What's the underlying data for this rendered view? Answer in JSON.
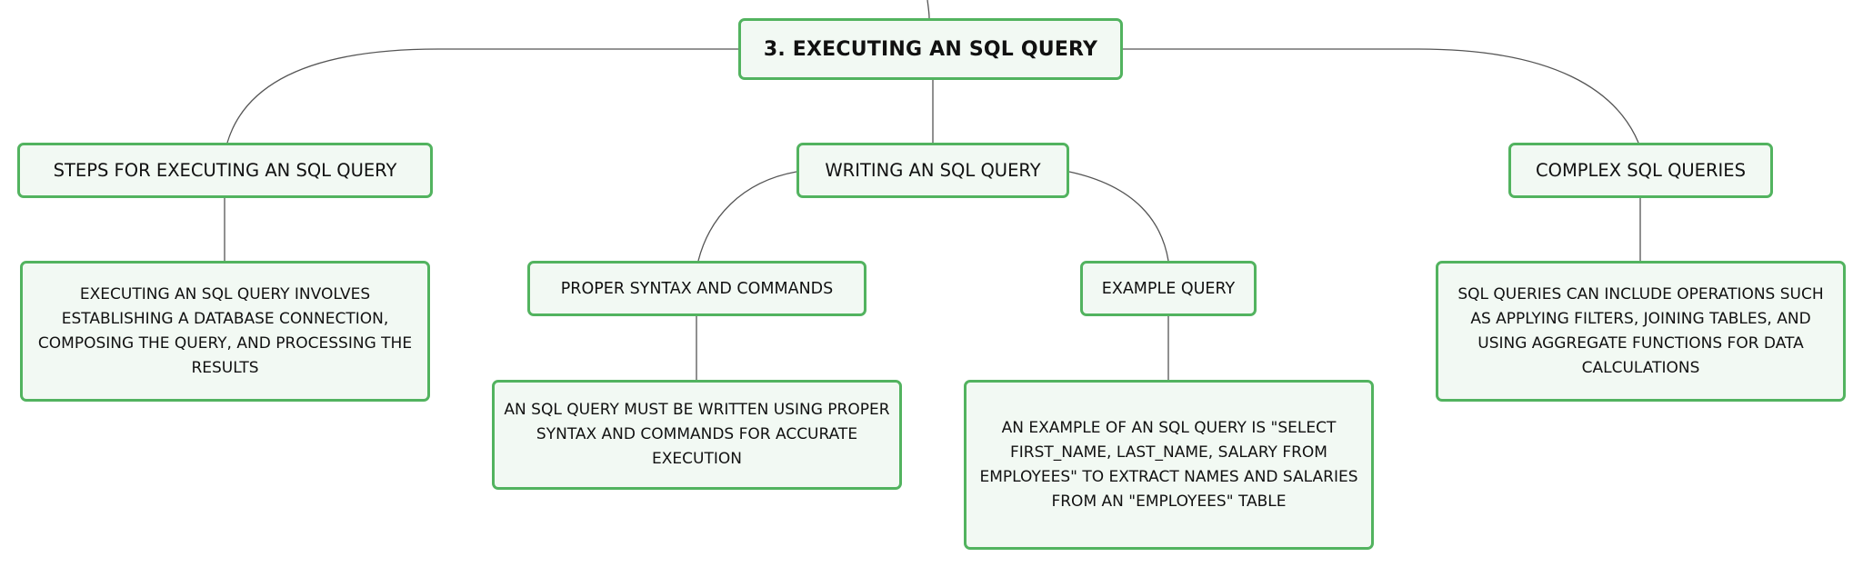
{
  "root": {
    "label": "3. EXECUTING AN SQL QUERY"
  },
  "branches": {
    "steps": {
      "label": "STEPS FOR EXECUTING AN SQL QUERY",
      "detail": "EXECUTING AN SQL QUERY INVOLVES ESTABLISHING A DATABASE CONNECTION, COMPOSING THE QUERY, AND PROCESSING THE RESULTS"
    },
    "writing": {
      "label": "WRITING AN SQL QUERY",
      "proper": {
        "label": "PROPER SYNTAX AND COMMANDS",
        "detail": "AN SQL QUERY MUST BE WRITTEN USING PROPER SYNTAX AND COMMANDS FOR ACCURATE EXECUTION"
      },
      "example": {
        "label": "EXAMPLE QUERY",
        "detail": "AN EXAMPLE OF AN SQL QUERY IS \"SELECT FIRST_NAME, LAST_NAME, SALARY FROM EMPLOYEES\" TO EXTRACT NAMES AND SALARIES FROM AN \"EMPLOYEES\" TABLE"
      }
    },
    "complex": {
      "label": "COMPLEX SQL QUERIES",
      "detail": "SQL QUERIES CAN INCLUDE OPERATIONS SUCH AS APPLYING FILTERS, JOINING TABLES, AND USING AGGREGATE FUNCTIONS FOR DATA CALCULATIONS"
    }
  },
  "colors": {
    "node_border": "#52b35f",
    "node_fill": "#f2f9f3",
    "connector": "#555555",
    "text": "#111111"
  }
}
